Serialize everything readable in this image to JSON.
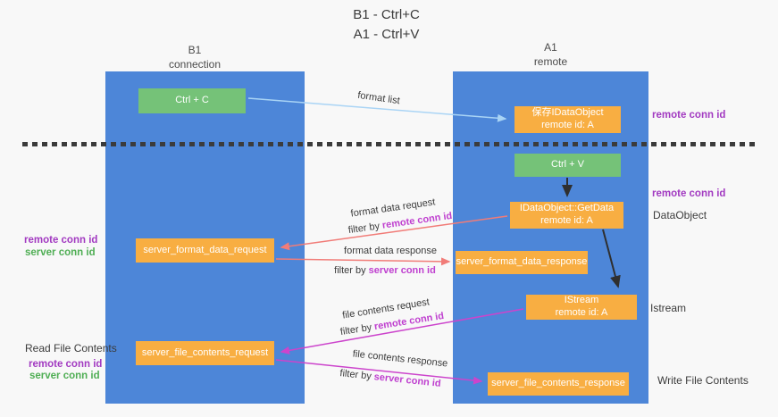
{
  "title": {
    "line1": "B1 - Ctrl+C",
    "line2": "A1 - Ctrl+V"
  },
  "lanes": {
    "left": {
      "name": "B1",
      "subtitle": "connection"
    },
    "right": {
      "name": "A1",
      "subtitle": "remote"
    }
  },
  "boxes": {
    "ctrl_c": {
      "label": "Ctrl + C"
    },
    "ctrl_v": {
      "label": "Ctrl + V"
    },
    "save_dataobject": {
      "line1": "保存IDataObject",
      "line2": "remote id: A"
    },
    "getdata": {
      "line1": "IDataObject::GetData",
      "line2": "remote id: A"
    },
    "istream": {
      "line1": "IStream",
      "line2": "remote id: A"
    },
    "format_request": {
      "label": "server_format_data_request"
    },
    "format_response": {
      "label": "server_format_data_response"
    },
    "file_request": {
      "label": "server_file_contents_request"
    },
    "file_response": {
      "label": "server_file_contents_response"
    }
  },
  "annotations": {
    "remote_conn_top_right": "remote conn id",
    "remote_conn_mid_right": "remote conn id",
    "dataobject": "DataObject",
    "istream": "Istream",
    "write_file_contents": "Write File Contents",
    "remote_conn_mid_left": "remote conn id",
    "server_conn_mid_left": "server conn id",
    "read_file_contents": "Read File Contents",
    "remote_conn_bottom_left": "remote conn id",
    "server_conn_bottom_left": "server conn id"
  },
  "arrow_labels": {
    "format_list": "format list",
    "format_request": "format data request",
    "format_request_filter_prefix": "filter by",
    "format_request_filter_key": "remote conn id",
    "format_response": "format data response",
    "format_response_filter_prefix": "filter by",
    "format_response_filter_key": "server conn id",
    "file_request": "file contents request",
    "file_request_filter_prefix": "filter by",
    "file_request_filter_key": "remote conn id",
    "file_response": "file contents response",
    "file_response_filter_prefix": "filter by",
    "file_response_filter_key": "server conn id"
  },
  "colors": {
    "lane_blue": "#4d86d8",
    "box_green": "#75c278",
    "box_orange": "#f8ae42",
    "purple_label": "#a23ac1",
    "green_label": "#4fae54",
    "magenta_inline": "#bf3fcf",
    "arrow_red": "#f17c78",
    "arrow_magenta": "#cc44cc",
    "arrow_lightblue": "#a9d4f5",
    "arrow_black": "#2f2f2f",
    "dashed_line": "#3b3b3b"
  }
}
